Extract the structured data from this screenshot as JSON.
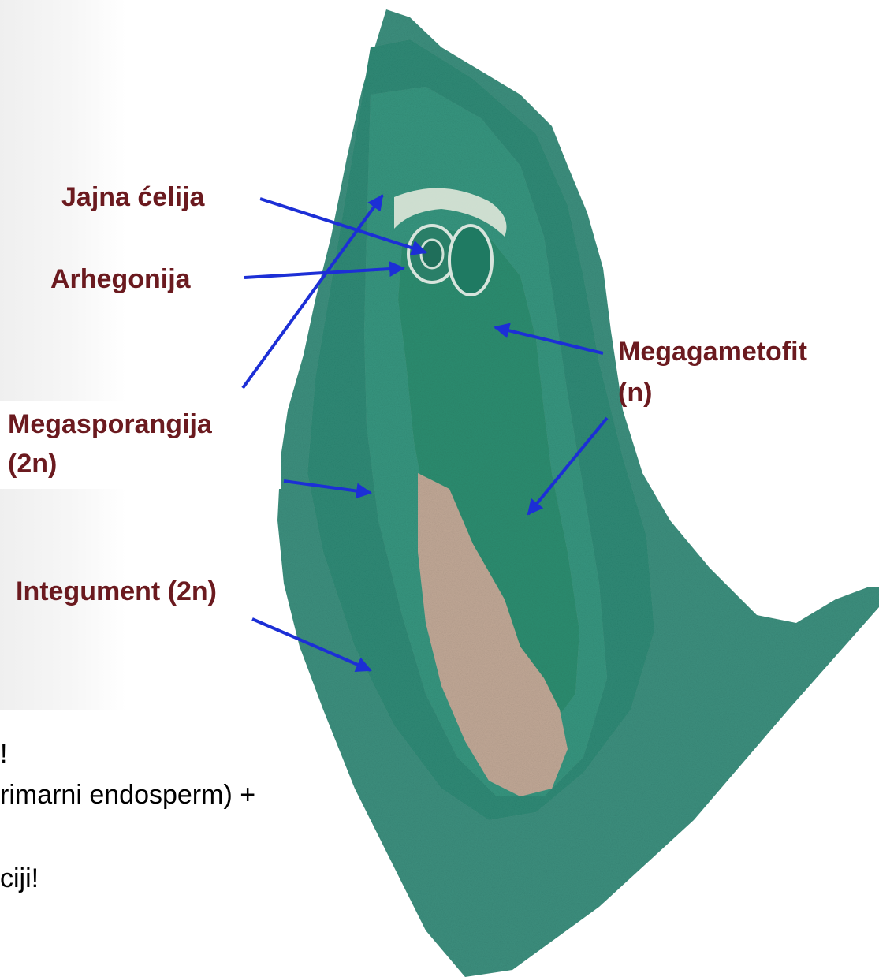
{
  "colors": {
    "label": "#6b1a1f",
    "arrow": "#1c2fd6",
    "tissue_outer": "#3c8f7e",
    "tissue_inner": "#2e8a72",
    "tissue_light": "#c9aa98"
  },
  "labels": {
    "jajna_celija": "Jajna ćelija",
    "arhegonija": "Arhegonija",
    "megagametofit_line1": "Megagametofit",
    "megagametofit_line2": "(n)",
    "megasporangija_line1": "Megasporangija",
    "megasporangija_line2": "(2n)",
    "integument": "Integument (2n)"
  },
  "background_text": {
    "line1": "!",
    "line2": "rimarni endosperm) +",
    "line3": "ciji!"
  }
}
